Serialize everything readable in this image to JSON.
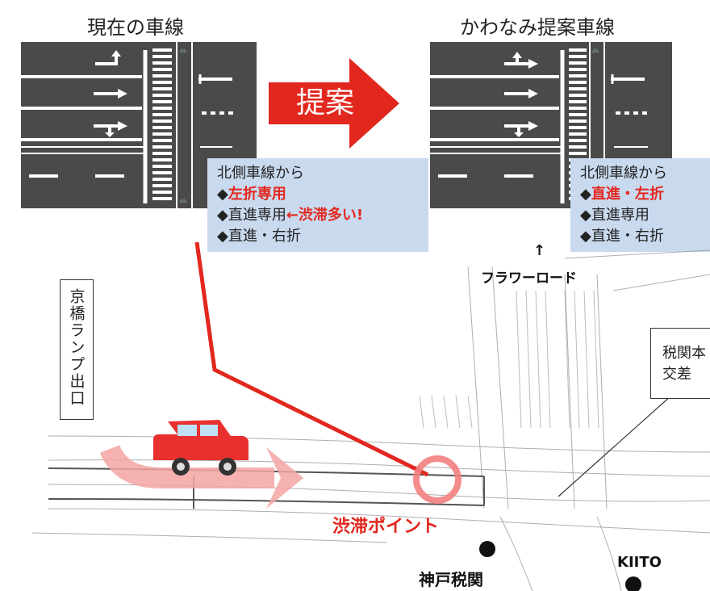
{
  "headings": {
    "current": "現在の車線",
    "proposal": "かわなみ提案車線"
  },
  "arrow_label": "提案",
  "current_box": {
    "title": "北側車線から",
    "items": [
      {
        "bullet": "◆",
        "text": "左折専用",
        "highlight": true,
        "note": ""
      },
      {
        "bullet": "◆",
        "text": "直進専用",
        "highlight": false,
        "note": "←渋滞多い!"
      },
      {
        "bullet": "◆",
        "text": "直進・右折",
        "highlight": false,
        "note": ""
      }
    ]
  },
  "proposal_box": {
    "title": "北側車線から",
    "items": [
      {
        "bullet": "◆",
        "text": "直進・左折",
        "highlight": true
      },
      {
        "bullet": "◆",
        "text": "直進専用",
        "highlight": false
      },
      {
        "bullet": "◆",
        "text": "直進・右折",
        "highlight": false
      }
    ]
  },
  "map": {
    "flower_road": "フラワーロード",
    "flower_arrow": "↑",
    "ramp_exit": "京橋ランプ出口",
    "intersection": "税関本\n交差",
    "congestion_point": "渋滞ポイント",
    "kobe_customs": "神戸税関",
    "kiito": "KIITO"
  },
  "colors": {
    "accent_red": "#e2271e",
    "road_gray": "#4a4a4a",
    "info_blue": "#c9d9ee",
    "car_red": "#e8302f"
  }
}
